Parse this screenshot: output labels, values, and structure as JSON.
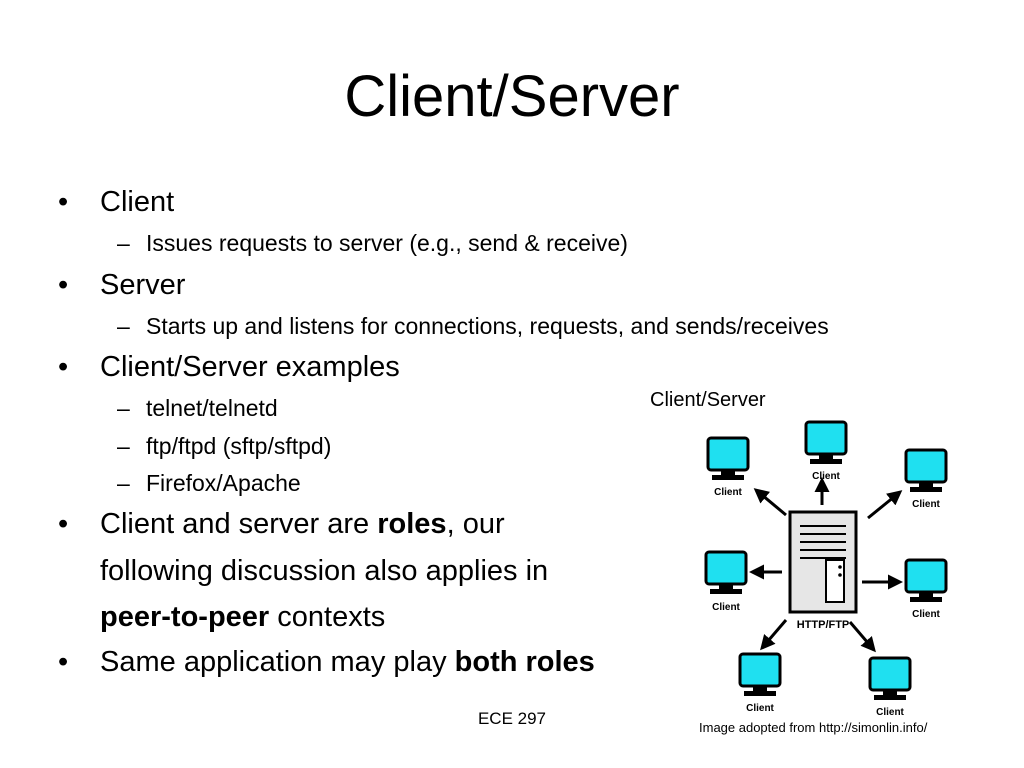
{
  "slide": {
    "title": "Client/Server",
    "bullets": [
      {
        "text": "Client",
        "sub": [
          "Issues requests to server (e.g., send & receive)"
        ]
      },
      {
        "text": "Server",
        "sub": [
          "Starts up and listens for connections, requests, and sends/receives"
        ]
      },
      {
        "text": "Client/Server examples",
        "sub": [
          "telnet/telnetd",
          "ftp/ftpd (sftp/sftpd)",
          "Firefox/Apache"
        ]
      }
    ],
    "roles_bullet": {
      "line1_pre": "Client and server are ",
      "line1_bold": "roles",
      "line1_post": ", our",
      "line2": "following discussion also applies in",
      "line3_bold": "peer-to-peer",
      "line3_post": " contexts"
    },
    "both_bullet": {
      "pre": "Same application may play ",
      "bold": "both roles"
    },
    "bullet_glyph": "•",
    "dash_glyph": "–",
    "footer": "ECE 297"
  },
  "diagram": {
    "caption": "Client/Server",
    "server_label": "HTTP/FTP",
    "client_label": "Client",
    "credit": "Image adopted from http://simonlin.info/",
    "colors": {
      "screen": "#1fe0f0",
      "outline": "#000000",
      "server": "#e6e6e6"
    }
  }
}
